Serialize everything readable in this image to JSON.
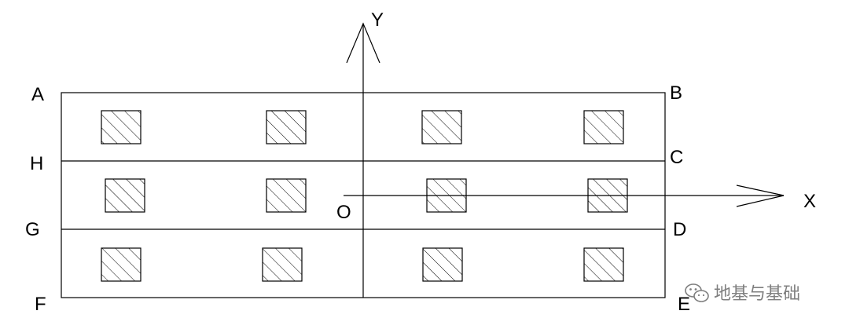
{
  "labels": {
    "a": "A",
    "b": "B",
    "c": "C",
    "d": "D",
    "e": "E",
    "f": "F",
    "g": "G",
    "h": "H",
    "origin": "O",
    "x_axis": "X",
    "y_axis": "Y"
  },
  "watermark": {
    "text": "地基与基础",
    "icon": "wechat-icon"
  },
  "colors": {
    "line": "#000000",
    "watermark": "#7f7f7f"
  },
  "footing_grid": {
    "rows": 3,
    "columns": 4
  }
}
